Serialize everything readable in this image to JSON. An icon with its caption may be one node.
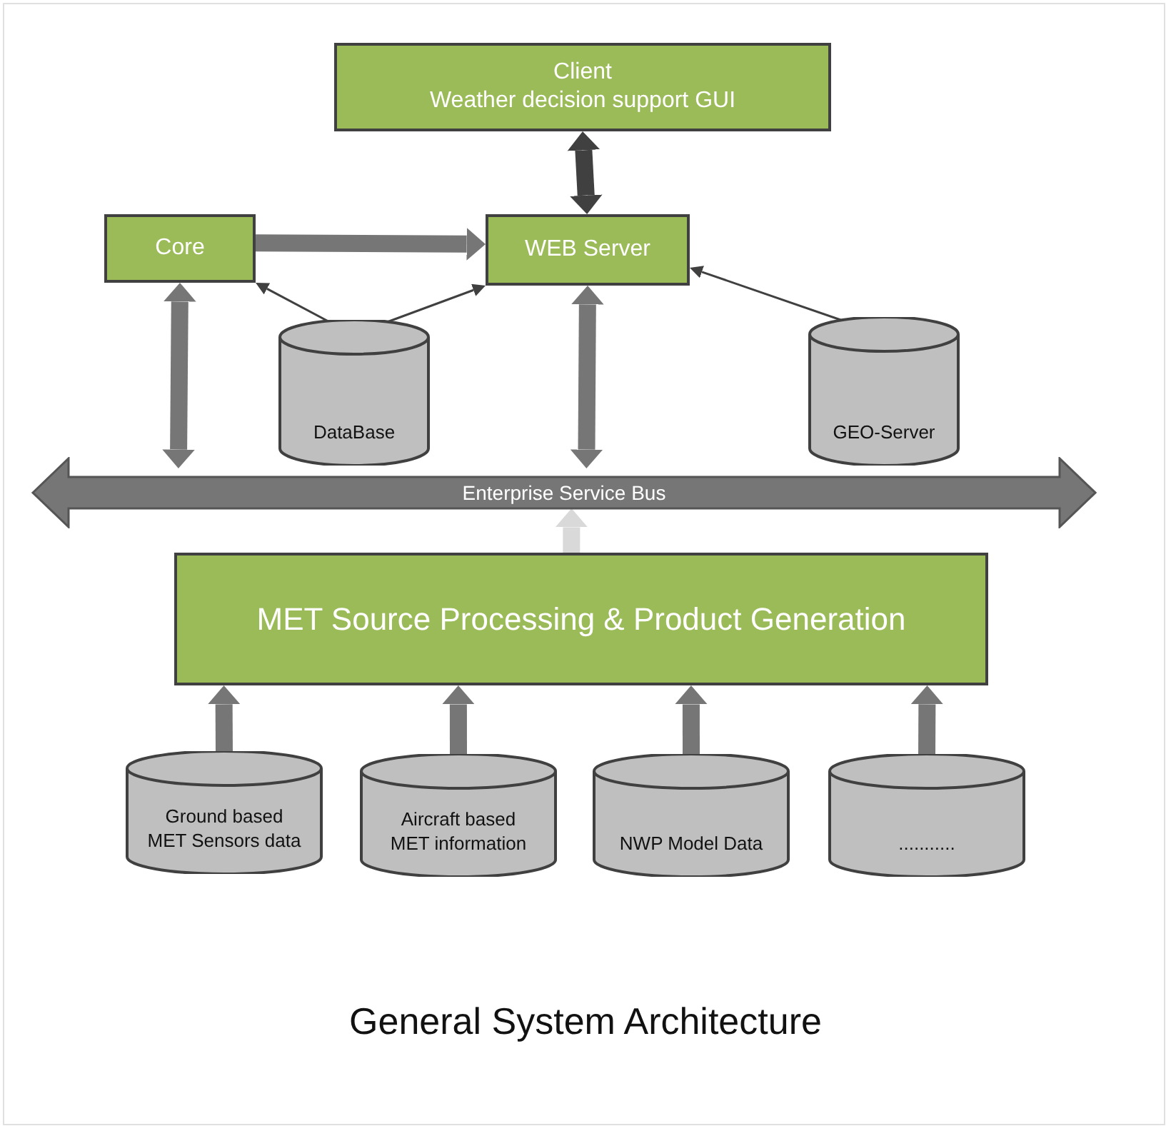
{
  "diagram": {
    "caption": "General System Architecture",
    "nodes": [
      {
        "text": [
          "Client",
          "Weather decision support GUI"
        ]
      },
      {
        "text": [
          "Core"
        ]
      },
      {
        "text": [
          "WEB Server"
        ]
      },
      {
        "text": [
          "DataBase"
        ]
      },
      {
        "text": [
          "GEO-Server"
        ]
      },
      {
        "text": [
          "Enterprise Service Bus"
        ]
      },
      {
        "text": [
          "MET Source Processing & Product Generation"
        ]
      },
      {
        "text": [
          "Ground based MET Sensors data"
        ]
      },
      {
        "text": [
          "Aircraft based MET information"
        ]
      },
      {
        "text": [
          "NWP Model Data"
        ]
      },
      {
        "text": [
          "..........."
        ]
      }
    ],
    "edges": [
      {
        "from": 0,
        "to": 2,
        "arrow": "both",
        "color": "#404040"
      },
      {
        "from": 1,
        "to": 2,
        "arrow": "to"
      },
      {
        "from": 3,
        "to": 1,
        "arrow": "to"
      },
      {
        "from": 3,
        "to": 2,
        "arrow": "to"
      },
      {
        "from": 4,
        "to": 2,
        "arrow": "to"
      },
      {
        "from": 1,
        "to": 5,
        "arrow": "both"
      },
      {
        "from": 2,
        "to": 5,
        "arrow": "both"
      },
      {
        "from": 6,
        "to": 5,
        "arrow": "to",
        "color": "#d9d9d9"
      },
      {
        "from": 7,
        "to": 6,
        "arrow": "to"
      },
      {
        "from": 8,
        "to": 6,
        "arrow": "to"
      },
      {
        "from": 9,
        "to": 6,
        "arrow": "to"
      },
      {
        "from": 10,
        "to": 6,
        "arrow": "to"
      }
    ]
  }
}
